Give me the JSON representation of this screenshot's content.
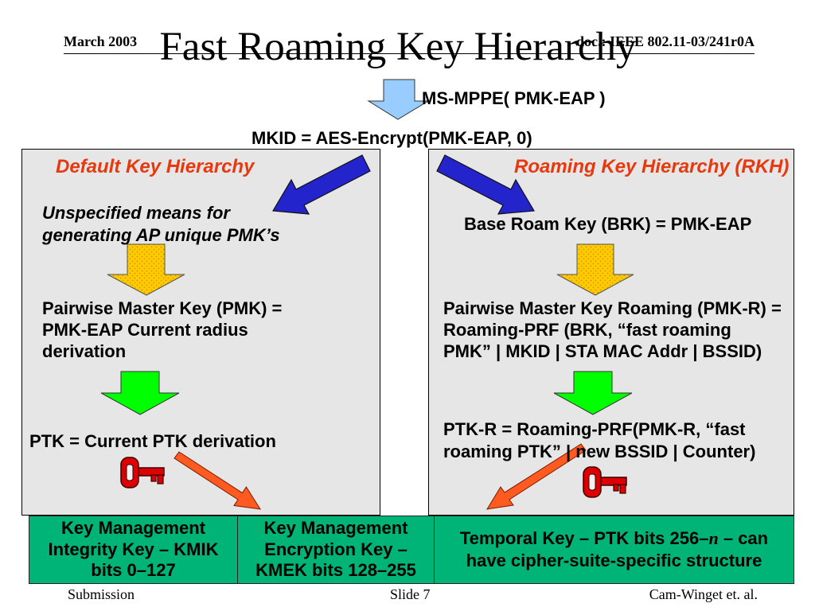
{
  "header": {
    "date": "March 2003",
    "doc_id": "doc.: IEEE 802.11-03/241r0A",
    "title": "Fast Roaming Key Hierarchy"
  },
  "source": {
    "mppe_label": "MS-MPPE( PMK-EAP )",
    "mkid_label": "MKID = AES-Encrypt(PMK-EAP, 0)"
  },
  "default_hierarchy": {
    "title": "Default Key Hierarchy",
    "pmk_source_lines": [
      "Unspecified means for",
      "generating AP unique PMK’s"
    ],
    "pmk_lines": [
      "Pairwise Master Key (PMK) =",
      "PMK-EAP Current radius",
      "derivation"
    ],
    "ptk_label": "PTK = Current PTK derivation"
  },
  "roaming_hierarchy": {
    "title": "Roaming Key Hierarchy (RKH)",
    "brk_label": "Base Roam Key (BRK) = PMK-EAP",
    "pmk_r_lines": [
      "Pairwise Master Key Roaming (PMK-R) =",
      "Roaming-PRF (BRK, “fast roaming",
      "PMK” | MKID | STA MAC Addr | BSSID)"
    ],
    "ptk_r_lines": [
      "PTK-R = Roaming-PRF(PMK-R, “fast",
      "roaming PTK” | new BSSID | Counter)"
    ]
  },
  "derived_keys": {
    "kmik_lines": [
      "Key Management",
      "Integrity Key – KMIK",
      "bits 0–127"
    ],
    "kmek_lines": [
      "Key Management",
      "Encryption Key –",
      "KMEK bits 128–255"
    ],
    "temporal_key": {
      "line1_before": "Temporal Key – PTK bits 256–",
      "line1_italic": "n",
      "line1_after": " – can",
      "line2": "have cipher-suite-specific structure"
    }
  },
  "footer": {
    "left": "Submission",
    "center": "Slide 7",
    "right": "Cam-Winget et. al."
  },
  "icons": {
    "default_ptk_key": "key-icon",
    "roaming_ptk_key": "key-icon"
  },
  "colors": {
    "heading_red": "#e8380d",
    "panel_gray": "#e6e6e6",
    "derived_key_green": "#00b377",
    "top_arrow_blue": "#99ccff",
    "branch_arrow_blue": "#2424cc",
    "derivation_arrow_yellow": "#ffcc00",
    "derivation_arrow_green": "#00ff00",
    "link_arrow_orange": "#ff5a1f",
    "key_red": "#dd0000"
  }
}
